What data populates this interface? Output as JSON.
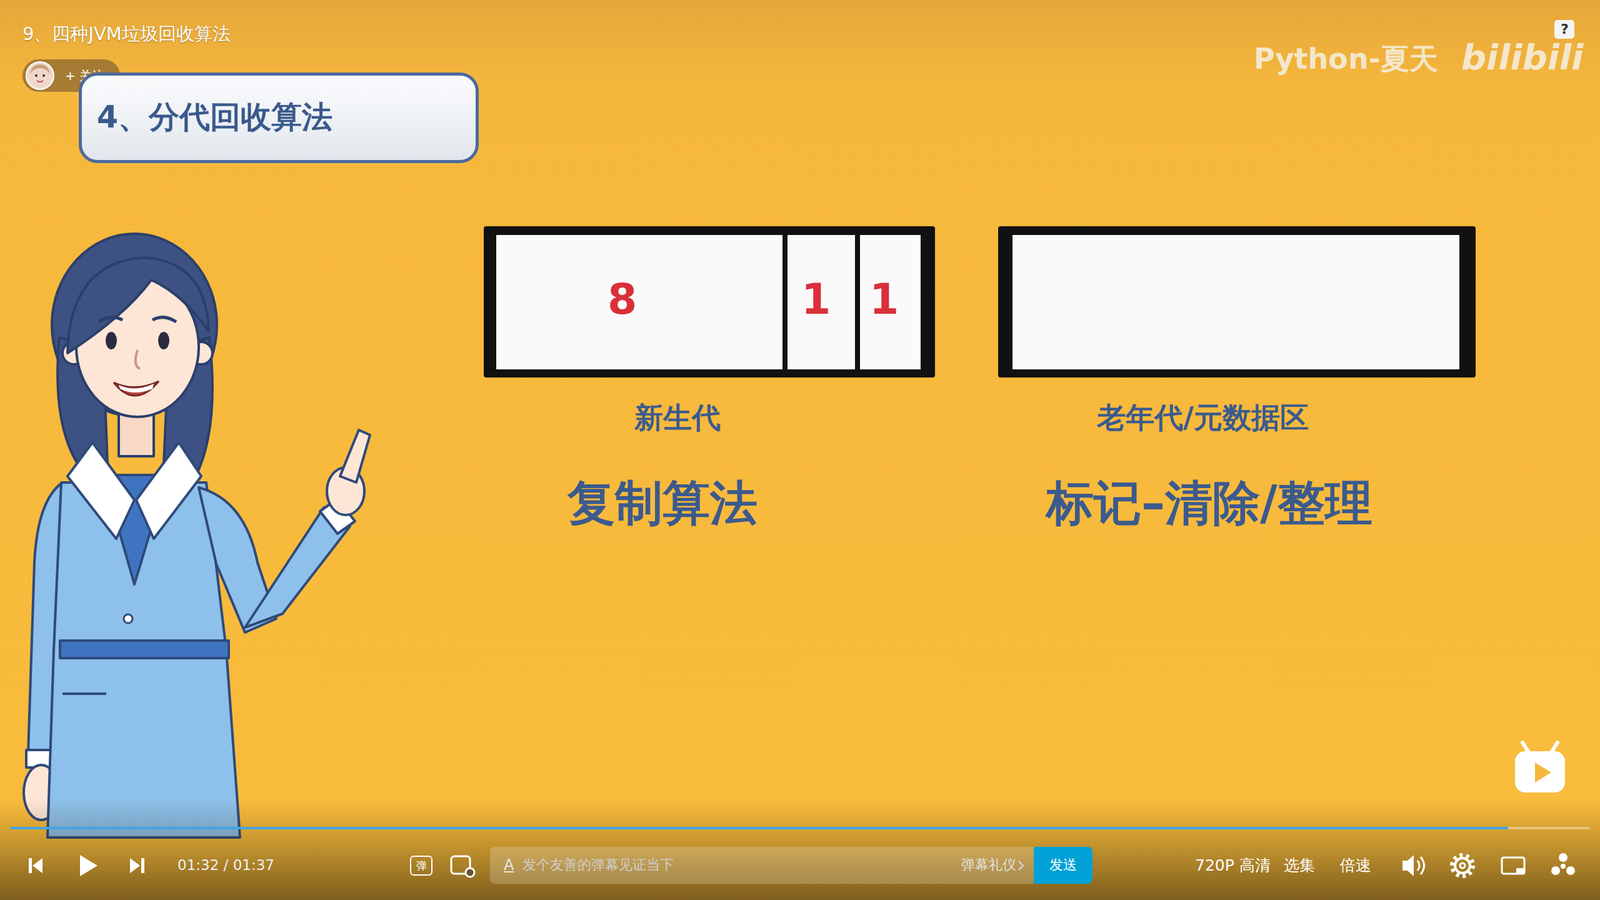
{
  "diagram": {
    "title": "9、四种JVM垃圾回收算法",
    "nodes": [
      {
        "text": [
          "+ 关注"
        ]
      },
      {
        "text": [
          "?"
        ]
      },
      {
        "text": [
          "4、分代回收算法"
        ]
      },
      {
        "text": [
          "新生代"
        ]
      },
      {
        "text": [
          "8"
        ],
        "in": 3
      },
      {
        "text": [
          "1"
        ],
        "in": 3
      },
      {
        "text": [
          "1"
        ],
        "in": 3
      },
      {
        "text": [
          "老年代/元数据区"
        ]
      },
      {
        "text": [
          "弹"
        ]
      },
      {
        "text": [
          "A",
          "发个友善的弹幕见证当下",
          "弹幕礼仪"
        ]
      },
      {
        "text": [
          "发送"
        ]
      }
    ],
    "labels": [
      "Python-夏天",
      "bilibili",
      "复制算法",
      "标记–清除/整理",
      "01:32 / 01:37",
      "720P 高清",
      "选集",
      "倍速"
    ]
  }
}
